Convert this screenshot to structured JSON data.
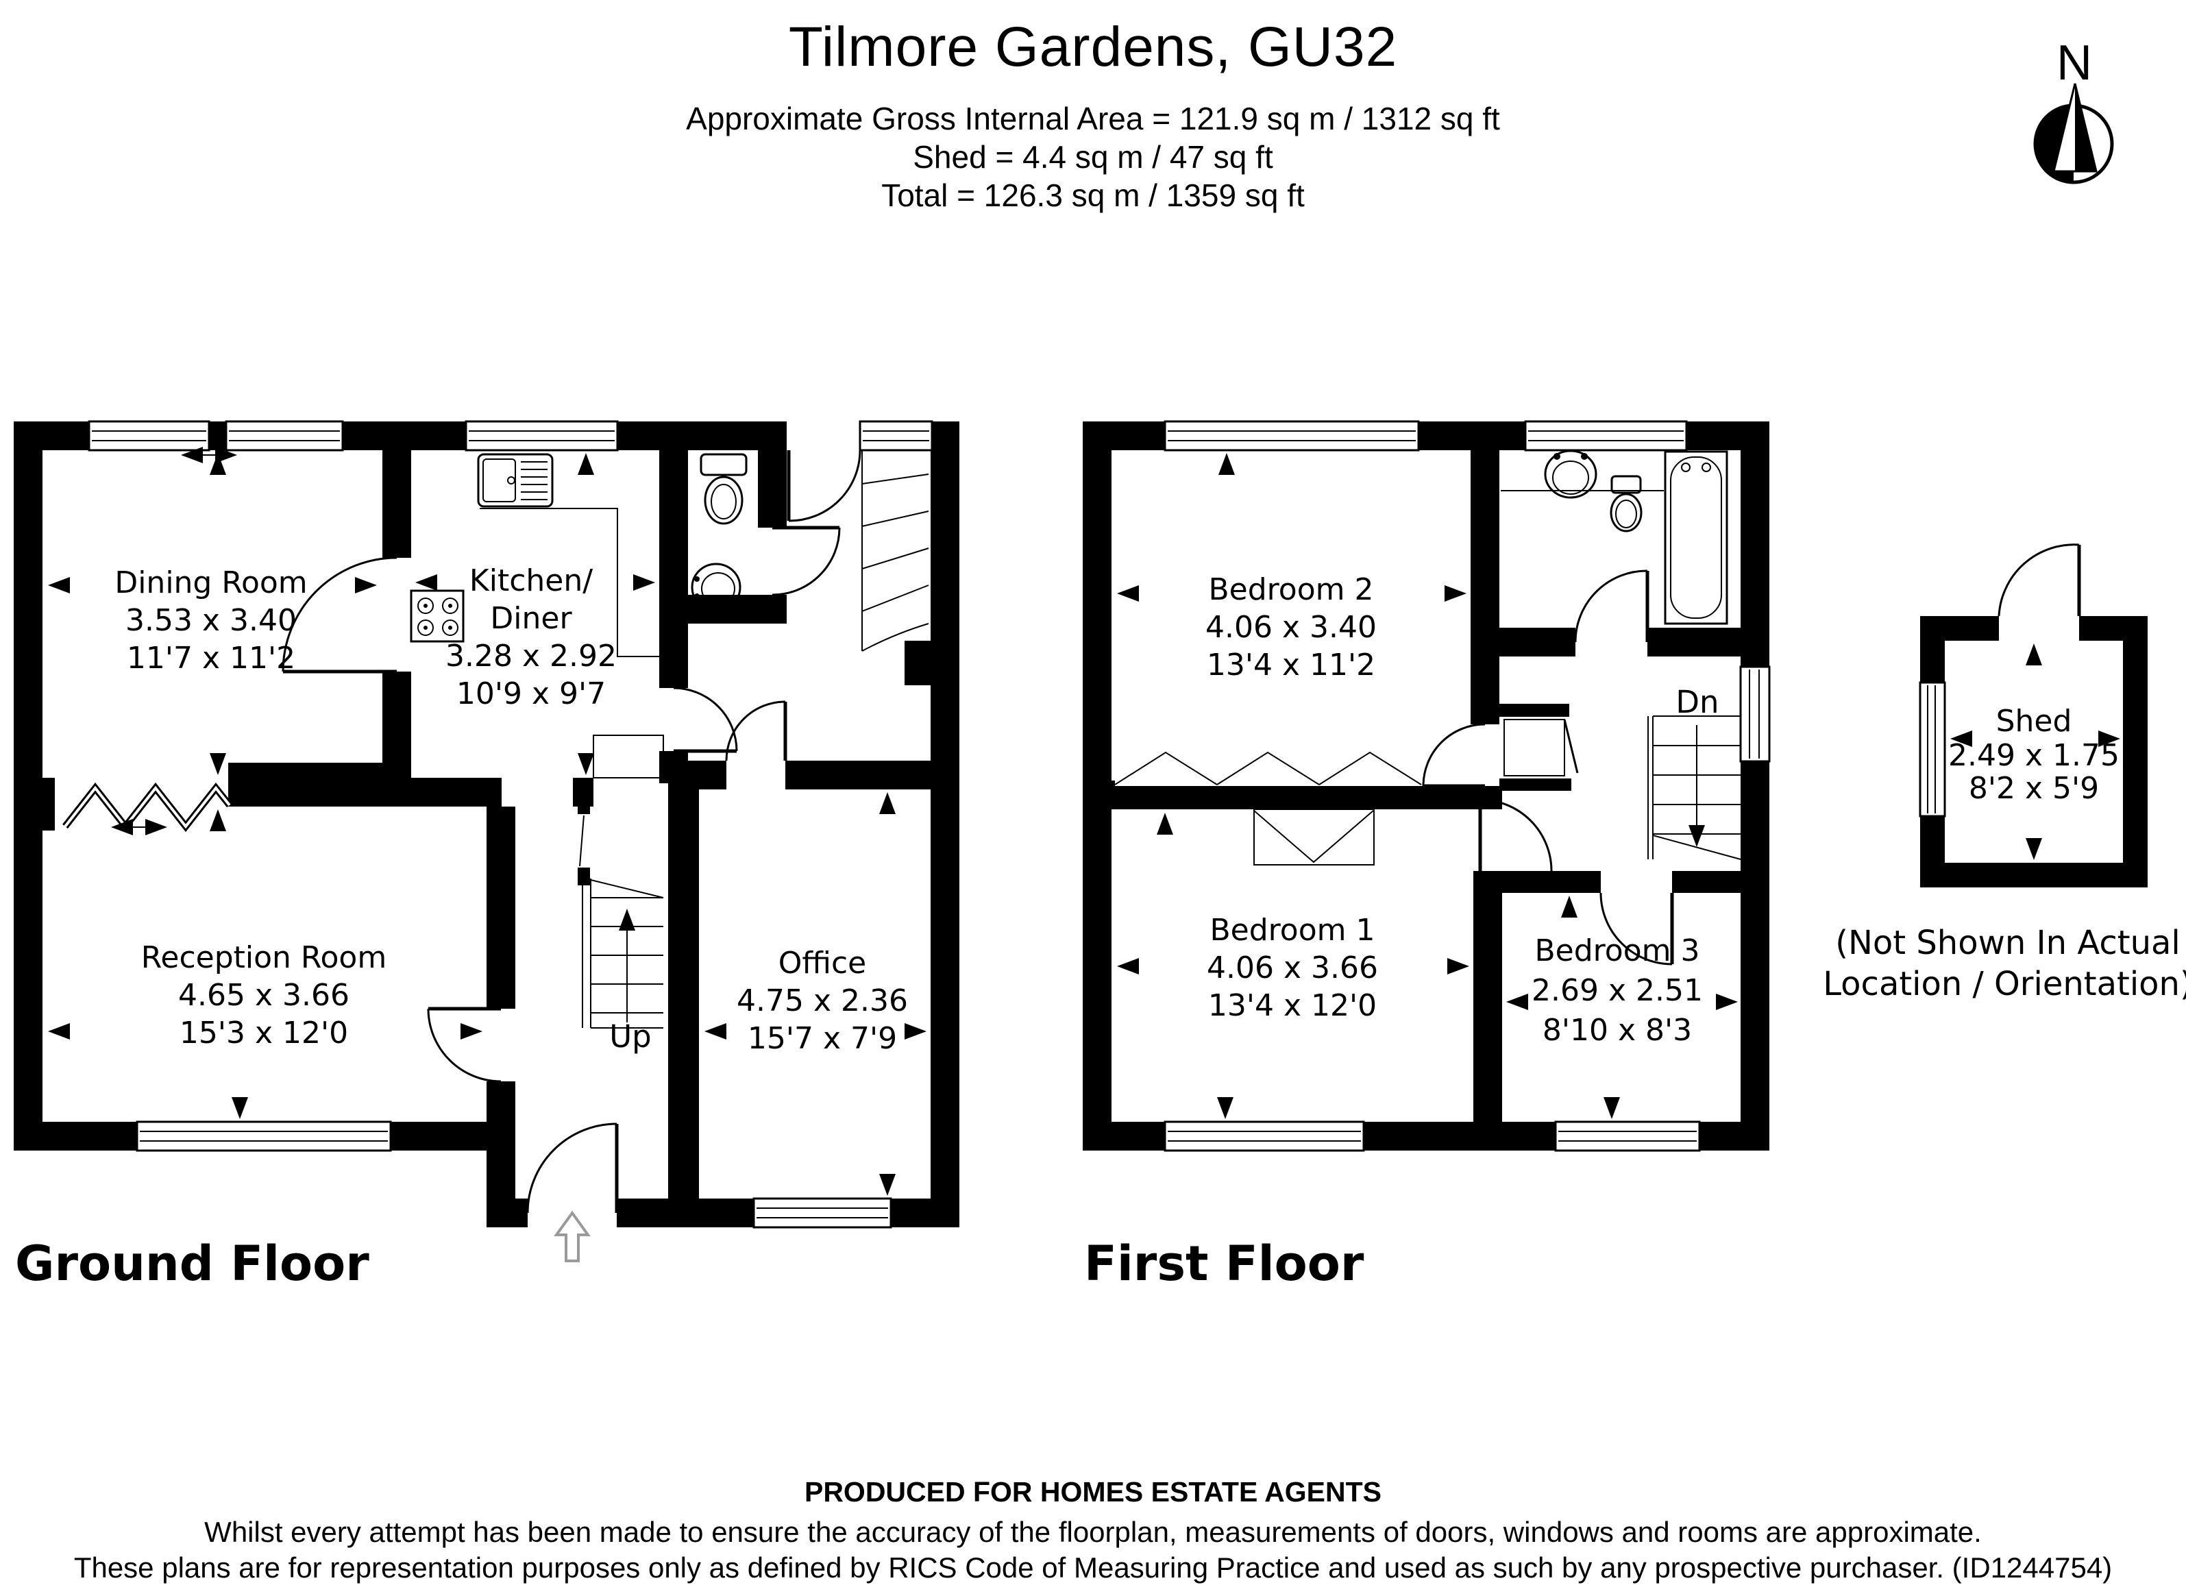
{
  "header": {
    "title": "Tilmore Gardens, GU32",
    "area_line1": "Approximate Gross Internal Area = 121.9 sq m / 1312 sq ft",
    "area_line2": "Shed = 4.4 sq m / 47 sq ft",
    "area_line3": "Total = 126.3 sq m / 1359 sq ft"
  },
  "compass": {
    "north_label": "N"
  },
  "ground_floor": {
    "label": "Ground Floor",
    "stairs_label": "Up",
    "rooms": {
      "dining_room": {
        "name": "Dining Room",
        "size_metric": "3.53 x 3.40",
        "size_imperial": "11'7 x 11'2"
      },
      "kitchen_diner": {
        "name_line1": "Kitchen/",
        "name_line2": "Diner",
        "size_metric": "3.28 x 2.92",
        "size_imperial": "10'9 x 9'7"
      },
      "reception_room": {
        "name": "Reception Room",
        "size_metric": "4.65 x 3.66",
        "size_imperial": "15'3 x 12'0"
      },
      "office": {
        "name": "Office",
        "size_metric": "4.75 x 2.36",
        "size_imperial": "15'7 x 7'9"
      }
    }
  },
  "first_floor": {
    "label": "First Floor",
    "stairs_label": "Dn",
    "rooms": {
      "bedroom_1": {
        "name": "Bedroom 1",
        "size_metric": "4.06 x 3.66",
        "size_imperial": "13'4 x 12'0"
      },
      "bedroom_2": {
        "name": "Bedroom 2",
        "size_metric": "4.06 x 3.40",
        "size_imperial": "13'4 x 11'2"
      },
      "bedroom_3": {
        "name": "Bedroom 3",
        "size_metric": "2.69 x 2.51",
        "size_imperial": "8'10 x 8'3"
      }
    }
  },
  "shed": {
    "name": "Shed",
    "size_metric": "2.49 x 1.75",
    "size_imperial": "8'2 x 5'9",
    "note_line1": "(Not Shown In Actual",
    "note_line2": "Location / Orientation)"
  },
  "footer": {
    "line1": "PRODUCED FOR HOMES ESTATE AGENTS",
    "line2": "Whilst every attempt has been made to ensure the accuracy of the floorplan, measurements of doors, windows and rooms are approximate.",
    "line3": "These plans are for representation purposes only as defined by RICS Code of Measuring Practice and used as such by any prospective purchaser. (ID1244754)"
  }
}
